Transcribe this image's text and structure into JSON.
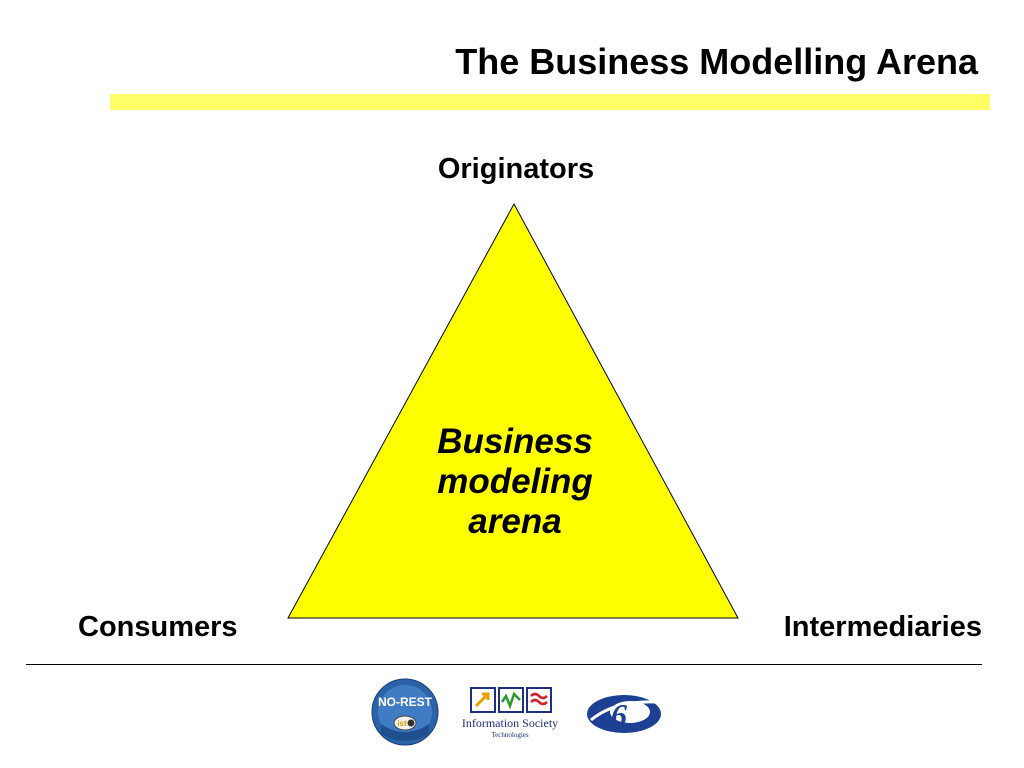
{
  "slide": {
    "title": "The Business Modelling Arena",
    "accent_color": "#ffff66"
  },
  "diagram": {
    "shape": "triangle",
    "fill_color": "#ffff00",
    "stroke_color": "#000000",
    "center_label_lines": [
      "Business",
      "modeling",
      "arena"
    ],
    "vertices": {
      "top": "Originators",
      "bottom_left": "Consumers",
      "bottom_right": "Intermediaries"
    }
  },
  "footer": {
    "logos": [
      {
        "name": "no-rest-logo",
        "text": "NO-REST",
        "badge_text": "ist"
      },
      {
        "name": "information-society-logo",
        "text": "Information Society",
        "subtext": "Technologies"
      },
      {
        "name": "fp6-logo",
        "text": "6"
      }
    ]
  }
}
